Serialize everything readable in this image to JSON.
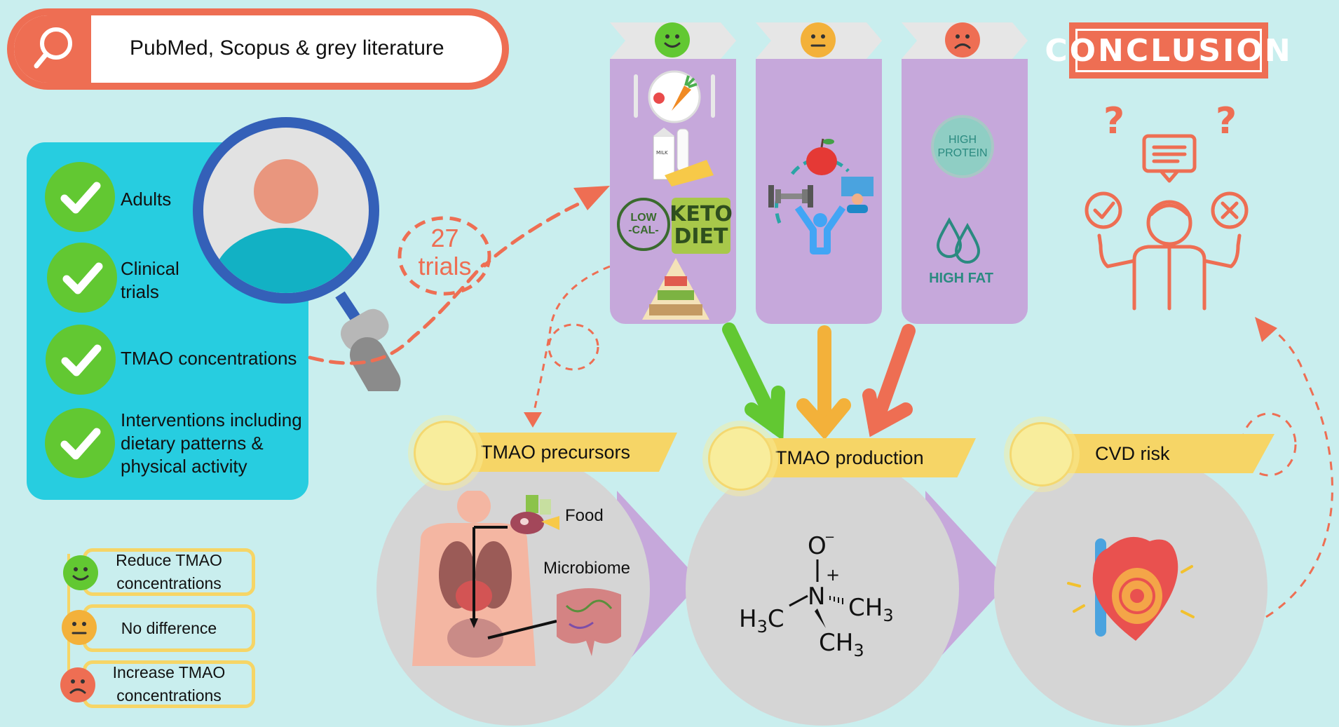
{
  "search": {
    "label": "PubMed, Scopus & grey literature"
  },
  "criteria": {
    "items": [
      {
        "label": "Adults"
      },
      {
        "label": "Clinical\ntrials"
      },
      {
        "label": "TMAO concentrations"
      },
      {
        "label": "Interventions including\ndietary patterns &\nphysical activity"
      }
    ]
  },
  "trials": {
    "count": "27",
    "word": "trials"
  },
  "legend": {
    "reduce": "Reduce TMAO\nconcentrations",
    "no_diff": "No difference",
    "increase": "Increase TMAO\nconcentrations"
  },
  "columns": {
    "green": {
      "low_cal": "LOW\n-CAL-",
      "keto": "KETO\nDIET",
      "milk": "MILK"
    },
    "red": {
      "high_protein": "HIGH\nPROTEIN",
      "high_fat": "HIGH FAT"
    }
  },
  "stages": {
    "precursors": {
      "title": "TMAO precursors",
      "food": "Food",
      "microbiome": "Microbiome"
    },
    "production": {
      "title": "TMAO production"
    },
    "cvd": {
      "title": "CVD risk"
    }
  },
  "conclusion": {
    "label": "CONCLUSION"
  },
  "colors": {
    "accent": "#ee6e53",
    "green": "#62c832",
    "yellow": "#f3b13a",
    "red": "#ee6e53",
    "panel": "#27cde0",
    "purple": "#c6a8db",
    "banner": "#f6d566"
  },
  "icons": [
    "search-icon",
    "check-icon",
    "person-icon",
    "magnifier-icon",
    "smiley-icon",
    "neutral-face-icon",
    "sad-face-icon",
    "food-plate-icon",
    "dairy-icon",
    "food-pyramid-icon",
    "apple-icon",
    "dumbbell-icon",
    "cheering-person-icon",
    "water-drops-icon",
    "body-organs-icon",
    "intestine-icon",
    "heart-icon",
    "thinking-person-icon",
    "question-mark-icon"
  ]
}
